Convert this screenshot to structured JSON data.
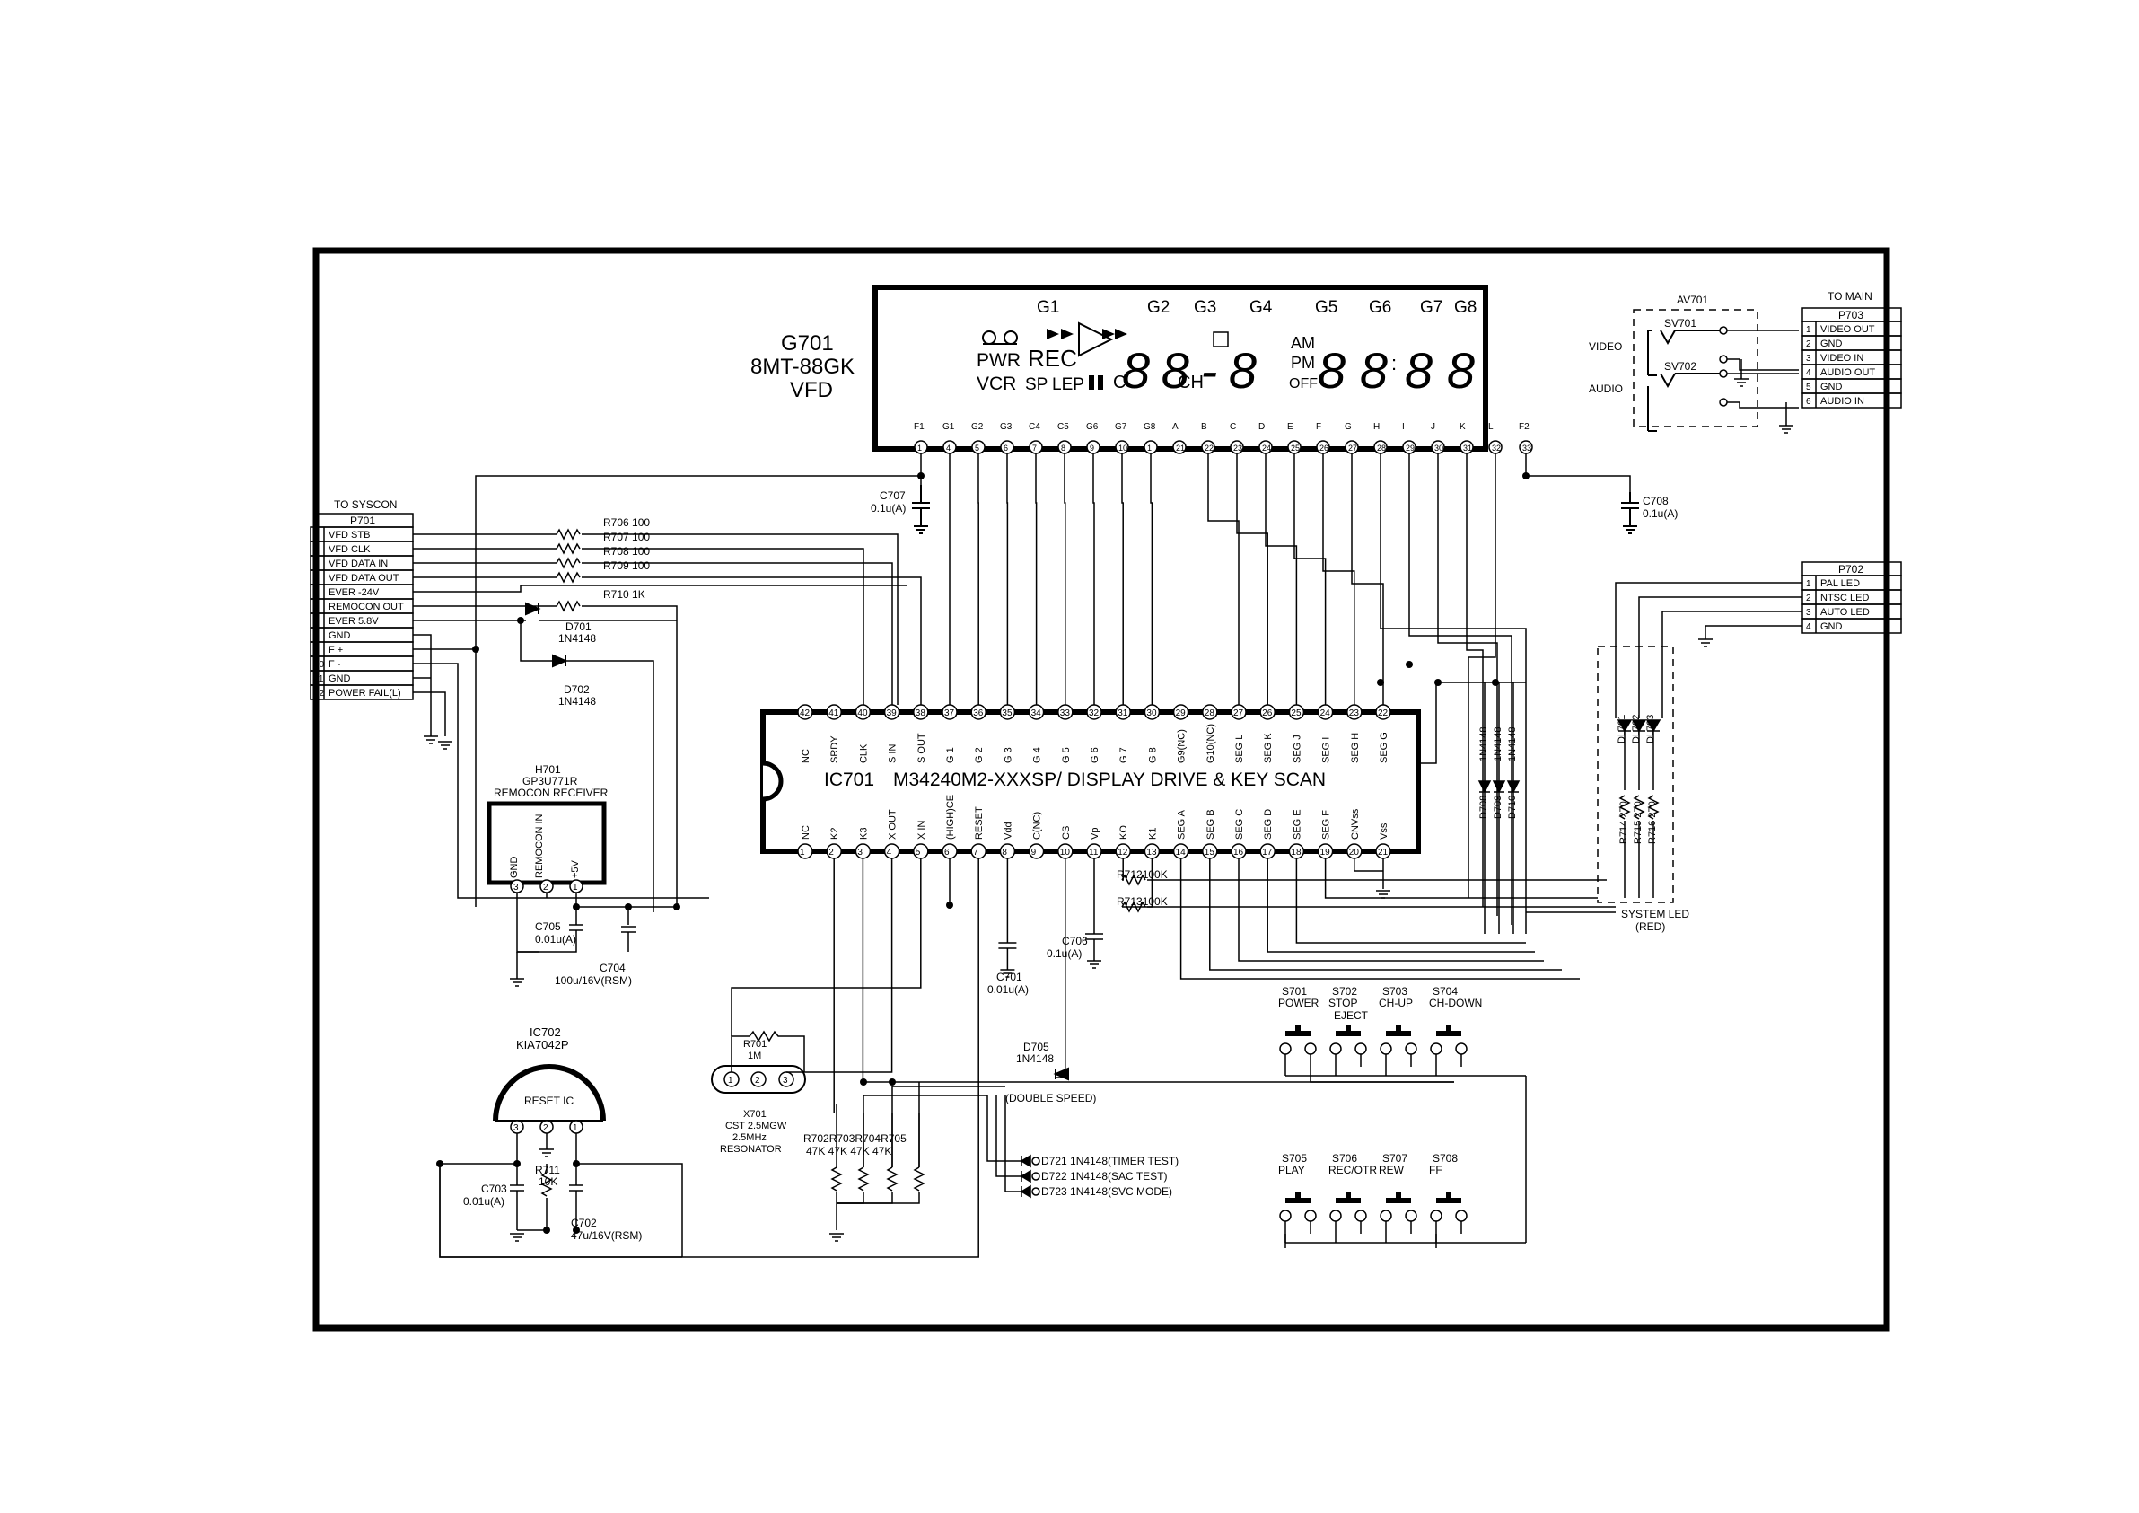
{
  "vfd": {
    "ref": "G701",
    "part": "8MT-88GK",
    "type": "VFD",
    "grid_labels": [
      "G1",
      "G2",
      "G3",
      "G4",
      "G5",
      "G6",
      "G7",
      "G8"
    ],
    "segments": {
      "pwr": "PWR",
      "rec": "REC",
      "vcr": "VCR",
      "sp": "SP",
      "lep": "LEP",
      "ch": "CH",
      "am": "AM",
      "pm": "PM",
      "off": "OFF",
      "c": "C",
      "digits_a": "88-8",
      "digits_b": "88",
      "digits_c": "88"
    },
    "pin_names": [
      "F1",
      "G1",
      "G2",
      "G3",
      "C4",
      "C5",
      "G6",
      "G7",
      "G8",
      "A",
      "B",
      "C",
      "D",
      "E",
      "F",
      "G",
      "H",
      "I",
      "J",
      "K",
      "L",
      "F2"
    ],
    "pin_numbers": [
      "1",
      "4",
      "5",
      "6",
      "7",
      "8",
      "9",
      "10",
      "1",
      "21",
      "22",
      "23",
      "24",
      "25",
      "26",
      "27",
      "28",
      "29",
      "30",
      "31",
      "32",
      "33"
    ]
  },
  "av701": {
    "ref": "AV701",
    "sv701": "SV701",
    "sv702": "SV702",
    "video_label": "VIDEO",
    "audio_label": "AUDIO"
  },
  "p703": {
    "title": "TO MAIN",
    "ref": "P703",
    "pins": [
      {
        "n": "1",
        "name": "VIDEO OUT"
      },
      {
        "n": "2",
        "name": "GND"
      },
      {
        "n": "3",
        "name": "VIDEO IN"
      },
      {
        "n": "4",
        "name": "AUDIO OUT"
      },
      {
        "n": "5",
        "name": "GND"
      },
      {
        "n": "6",
        "name": "AUDIO IN"
      }
    ]
  },
  "p701": {
    "title": "TO SYSCON",
    "ref": "P701",
    "pins": [
      {
        "n": "1",
        "name": "VFD STB"
      },
      {
        "n": "2",
        "name": "VFD CLK"
      },
      {
        "n": "3",
        "name": "VFD DATA IN"
      },
      {
        "n": "4",
        "name": "VFD DATA OUT"
      },
      {
        "n": "5",
        "name": "EVER -24V"
      },
      {
        "n": "6",
        "name": "REMOCON OUT"
      },
      {
        "n": "7",
        "name": "EVER 5.8V"
      },
      {
        "n": "8",
        "name": "GND"
      },
      {
        "n": "9",
        "name": "F +"
      },
      {
        "n": "10",
        "name": "F -"
      },
      {
        "n": "11",
        "name": "GND"
      },
      {
        "n": "12",
        "name": "POWER FAIL(L)"
      }
    ]
  },
  "p702": {
    "ref": "P702",
    "pins": [
      {
        "n": "1",
        "name": "PAL LED"
      },
      {
        "n": "2",
        "name": "NTSC LED"
      },
      {
        "n": "3",
        "name": "AUTO LED"
      },
      {
        "n": "4",
        "name": "GND"
      }
    ]
  },
  "ic701": {
    "ref": "IC701",
    "part": "M34240M2-XXXSP/ DISPLAY DRIVE & KEY SCAN",
    "top_pins": [
      {
        "n": "42",
        "name": "NC"
      },
      {
        "n": "41",
        "name": "SRDY"
      },
      {
        "n": "40",
        "name": "CLK"
      },
      {
        "n": "39",
        "name": "S IN"
      },
      {
        "n": "38",
        "name": "S OUT"
      },
      {
        "n": "37",
        "name": "G 1"
      },
      {
        "n": "36",
        "name": "G 2"
      },
      {
        "n": "35",
        "name": "G 3"
      },
      {
        "n": "34",
        "name": "G 4"
      },
      {
        "n": "33",
        "name": "G 5"
      },
      {
        "n": "32",
        "name": "G 6"
      },
      {
        "n": "31",
        "name": "G 7"
      },
      {
        "n": "30",
        "name": "G 8"
      },
      {
        "n": "29",
        "name": "G9(NC)"
      },
      {
        "n": "28",
        "name": "G10(NC)"
      },
      {
        "n": "27",
        "name": "SEG L"
      },
      {
        "n": "26",
        "name": "SEG K"
      },
      {
        "n": "25",
        "name": "SEG J"
      },
      {
        "n": "24",
        "name": "SEG I"
      },
      {
        "n": "23",
        "name": "SEG H"
      },
      {
        "n": "22",
        "name": "SEG G"
      }
    ],
    "bottom_pins": [
      {
        "n": "1",
        "name": "NC"
      },
      {
        "n": "2",
        "name": "K2"
      },
      {
        "n": "3",
        "name": "K3"
      },
      {
        "n": "4",
        "name": "X OUT"
      },
      {
        "n": "5",
        "name": "X IN"
      },
      {
        "n": "6",
        "name": "(HIGH)CE"
      },
      {
        "n": "7",
        "name": "RESET"
      },
      {
        "n": "8",
        "name": "Vdd"
      },
      {
        "n": "9",
        "name": "C(NC)"
      },
      {
        "n": "10",
        "name": "CS"
      },
      {
        "n": "11",
        "name": "Vp"
      },
      {
        "n": "12",
        "name": "KO"
      },
      {
        "n": "13",
        "name": "K1"
      },
      {
        "n": "14",
        "name": "SEG A"
      },
      {
        "n": "15",
        "name": "SEG B"
      },
      {
        "n": "16",
        "name": "SEG C"
      },
      {
        "n": "17",
        "name": "SEG D"
      },
      {
        "n": "18",
        "name": "SEG E"
      },
      {
        "n": "19",
        "name": "SEG F"
      },
      {
        "n": "20",
        "name": "CNVss"
      },
      {
        "n": "21",
        "name": "Vss"
      }
    ]
  },
  "h701": {
    "ref": "H701",
    "part": "GP3U771R",
    "desc": "REMOCON RECEIVER",
    "pin_gnd": "GND",
    "pin_in": "REMOCON IN",
    "pin_5v": "+5V",
    "pins": [
      "3",
      "2",
      "1"
    ]
  },
  "ic702": {
    "ref": "IC702",
    "part": "KIA7042P",
    "desc": "RESET IC",
    "pins": [
      "3",
      "2",
      "1"
    ]
  },
  "x701": {
    "ref": "X701",
    "part": "CST 2.5MGW",
    "freq": "2.5MHz",
    "desc": "RESONATOR",
    "pins": [
      "1",
      "2",
      "3"
    ]
  },
  "resistors": {
    "r706": "R706  100",
    "r707": "R707  100",
    "r708": "R708  100",
    "r709": "R709  100",
    "r710": "R710   1K",
    "r701_ref": "R701",
    "r701_val": "1M",
    "r711_ref": "R711",
    "r711_val": "10K",
    "r712": "R712100K",
    "r713": "R713100K",
    "r702_705_refs": "R702R703R704R705",
    "r702_705_vals": "47K  47K  47K  47K",
    "r714": "R714  270",
    "r715": "R715  270",
    "r716": "R716  270"
  },
  "capacitors": {
    "c707_ref": "C707",
    "c707_val": "0.1u(A)",
    "c708_ref": "C708",
    "c708_val": "0.1u(A)",
    "c705_ref": "C705",
    "c705_val": "0.01u(A)",
    "c704_ref": "C704",
    "c704_val": "100u/16V(RSM)",
    "c706_ref": "C706",
    "c706_val": "0.1u(A)",
    "c701_ref": "C701",
    "c701_val": "0.01u(A)",
    "c703_ref": "C703",
    "c703_val": "0.01u(A)",
    "c702_ref": "C702",
    "c702_val": "47u/16V(RSM)"
  },
  "diodes": {
    "d701_ref": "D701",
    "d701_val": "1N4148",
    "d702_ref": "D702",
    "d702_val": "1N4148",
    "d705_ref": "D705",
    "d705_val": "1N4148",
    "double_speed": "(DOUBLE SPEED)",
    "d708": "D708",
    "d709": "D709",
    "d710": "D710",
    "d708_710_val": "1N4148",
    "d721": "D721  1N4148(TIMER TEST)",
    "d722": "D722  1N4148(SAC TEST)",
    "d723": "D723  1N4148(SVC MODE)"
  },
  "switches": [
    {
      "ref": "S701",
      "name": "POWER",
      "name2": ""
    },
    {
      "ref": "S702",
      "name": "STOP",
      "name2": "EJECT"
    },
    {
      "ref": "S703",
      "name": "CH-UP",
      "name2": ""
    },
    {
      "ref": "S704",
      "name": "CH-DOWN",
      "name2": ""
    },
    {
      "ref": "S705",
      "name": "PLAY",
      "name2": ""
    },
    {
      "ref": "S706",
      "name": "REC/OTR",
      "name2": ""
    },
    {
      "ref": "S707",
      "name": "REW",
      "name2": ""
    },
    {
      "ref": "S708",
      "name": "FF",
      "name2": ""
    }
  ],
  "leds": {
    "dl701": "DL701",
    "dl702": "DL702",
    "dl703": "DL703",
    "system_led": "SYSTEM LED",
    "system_led_color": "(RED)"
  }
}
